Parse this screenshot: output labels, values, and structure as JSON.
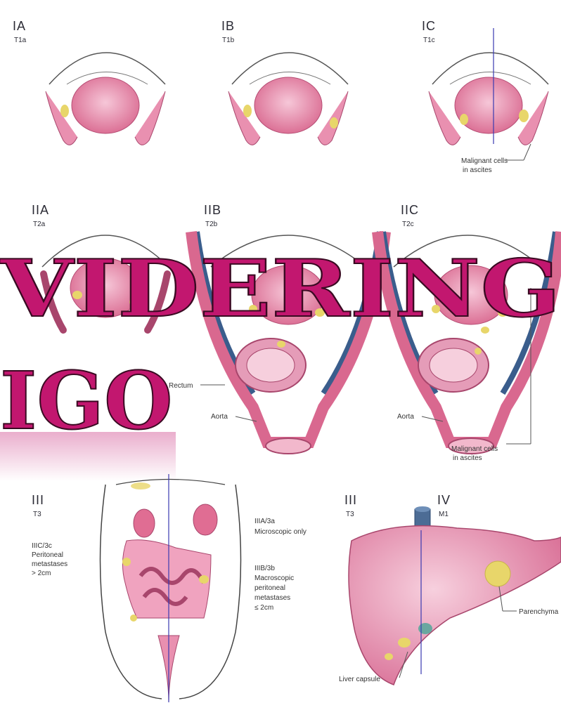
{
  "stages": [
    {
      "label": "IA",
      "tnm": "T1a"
    },
    {
      "label": "IB",
      "tnm": "T1b"
    },
    {
      "label": "IC",
      "tnm": "T1c"
    },
    {
      "label": "IIA",
      "tnm": "T2a"
    },
    {
      "label": "IIB",
      "tnm": "T2b"
    },
    {
      "label": "IIC",
      "tnm": "T2c"
    },
    {
      "label": "III",
      "tnm": "T3"
    },
    {
      "label": "III",
      "tnm": "T3"
    },
    {
      "label": "IV",
      "tnm": "M1"
    }
  ],
  "annotations": {
    "malignant_cells_ic": [
      "Malignant cells",
      "in ascites"
    ],
    "malignant_cells_iic": [
      "Malignant cells",
      "in ascites"
    ],
    "rectum": "Rectum",
    "aorta_left": "Aorta",
    "aorta_right": "Aorta",
    "iiic": [
      "IIIC/3c",
      "Peritoneal",
      "metastases",
      "> 2cm"
    ],
    "iiia": [
      "IIIA/3a",
      "Microscopic only"
    ],
    "iiib": [
      "IIIB/3b",
      "Macroscopic",
      "peritoneal",
      "metastases",
      "≤ 2cm"
    ],
    "liver_capsule": "Liver capsule",
    "parenchyma": "Parenchyma"
  },
  "overlay": {
    "line1": "VIDERING",
    "line2": "IGO"
  },
  "colors": {
    "tissue": "#e07ba0",
    "tissue_light": "#f4bdd0",
    "tumor": "#e8d66a",
    "vessel_blue": "#3a5d8c",
    "guide_line": "#3a3ab0",
    "overlay_text": "#c2176f"
  }
}
